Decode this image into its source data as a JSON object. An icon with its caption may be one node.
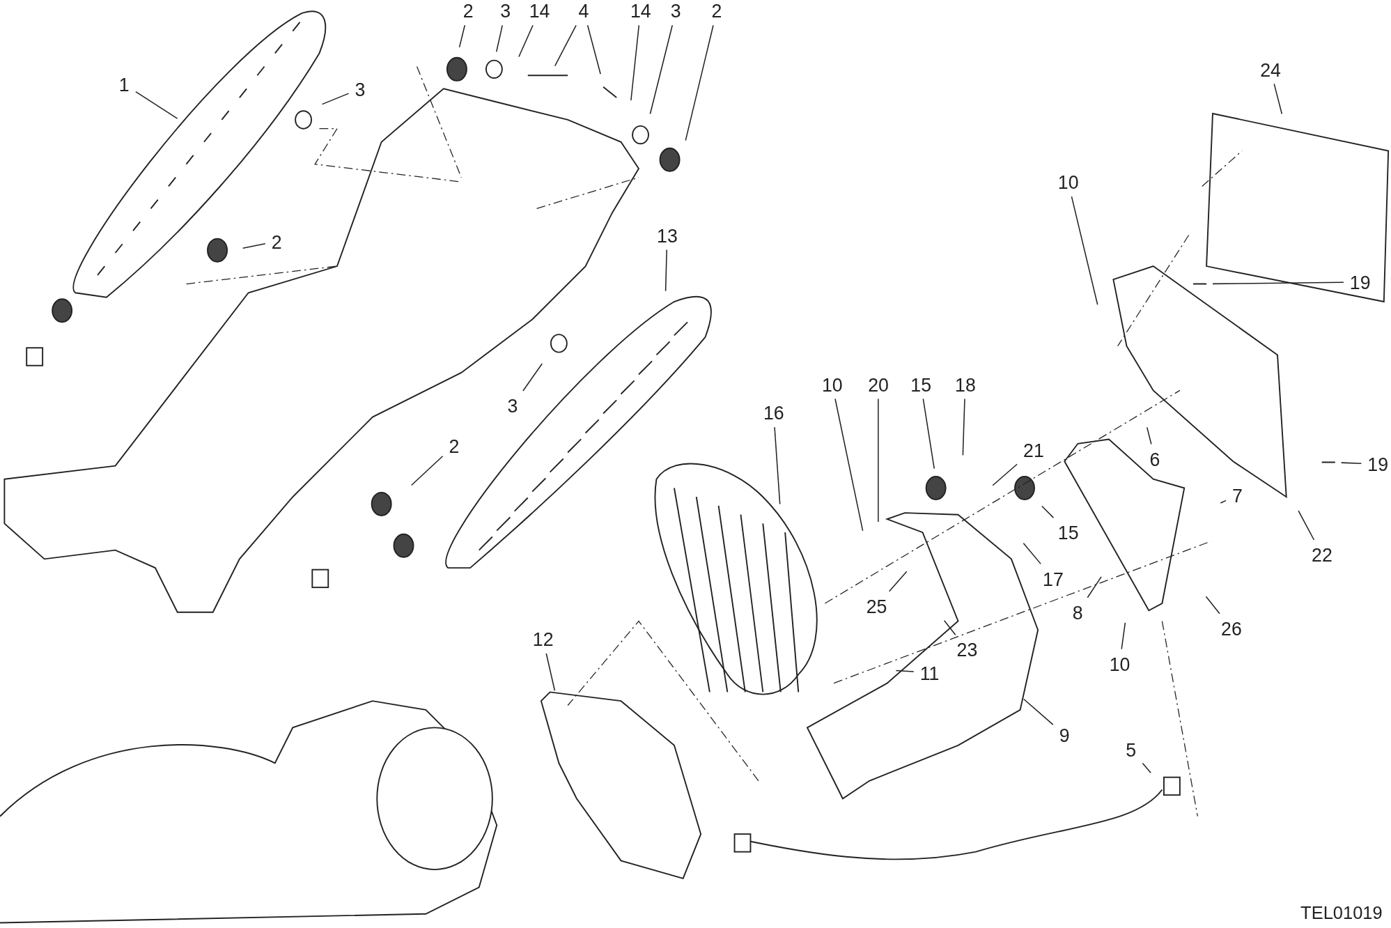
{
  "diagram": {
    "nodes": [
      {
        "text": [
          "1"
        ]
      },
      {
        "text": [
          "3"
        ]
      },
      {
        "text": [
          "2"
        ]
      },
      {
        "text": [
          "3"
        ]
      },
      {
        "text": [
          "14"
        ]
      },
      {
        "text": [
          "4"
        ]
      },
      {
        "text": [
          "14"
        ]
      },
      {
        "text": [
          "3"
        ]
      },
      {
        "text": [
          "2"
        ]
      },
      {
        "text": [
          "2"
        ]
      },
      {
        "text": [
          "13"
        ]
      },
      {
        "text": [
          "3"
        ]
      },
      {
        "text": [
          "2"
        ]
      },
      {
        "text": [
          "16"
        ]
      },
      {
        "text": [
          "10"
        ]
      },
      {
        "text": [
          "20"
        ]
      },
      {
        "text": [
          "15"
        ]
      },
      {
        "text": [
          "18"
        ]
      },
      {
        "text": [
          "21"
        ]
      },
      {
        "text": [
          "15"
        ]
      },
      {
        "text": [
          "17"
        ]
      },
      {
        "text": [
          "25"
        ]
      },
      {
        "text": [
          "23"
        ]
      },
      {
        "text": [
          "11"
        ]
      },
      {
        "text": [
          "9"
        ]
      },
      {
        "text": [
          "12"
        ]
      },
      {
        "text": [
          "6"
        ]
      },
      {
        "text": [
          "7"
        ]
      },
      {
        "text": [
          "8"
        ]
      },
      {
        "text": [
          "10"
        ]
      },
      {
        "text": [
          "26"
        ]
      },
      {
        "text": [
          "22"
        ]
      },
      {
        "text": [
          "19"
        ]
      },
      {
        "text": [
          "19"
        ]
      },
      {
        "text": [
          "10"
        ]
      },
      {
        "text": [
          "24"
        ]
      },
      {
        "text": [
          "5"
        ]
      }
    ],
    "edges": [
      {
        "from": 0,
        "to": null,
        "arrow": "none"
      },
      {
        "from": 1,
        "to": null,
        "arrow": "none"
      },
      {
        "from": 2,
        "to": null,
        "arrow": "none"
      },
      {
        "from": 3,
        "to": null,
        "arrow": "none"
      },
      {
        "from": 4,
        "to": null,
        "arrow": "none"
      },
      {
        "from": 5,
        "to": null,
        "arrow": "none"
      },
      {
        "from": 5,
        "to": null,
        "arrow": "none"
      },
      {
        "from": 6,
        "to": null,
        "arrow": "none"
      },
      {
        "from": 7,
        "to": null,
        "arrow": "none"
      },
      {
        "from": 8,
        "to": null,
        "arrow": "none"
      },
      {
        "from": 9,
        "to": null,
        "arrow": "none"
      },
      {
        "from": 10,
        "to": null,
        "arrow": "none"
      },
      {
        "from": 11,
        "to": null,
        "arrow": "none"
      },
      {
        "from": 12,
        "to": null,
        "arrow": "none"
      },
      {
        "from": 13,
        "to": null,
        "arrow": "none"
      },
      {
        "from": 14,
        "to": null,
        "arrow": "none"
      },
      {
        "from": 15,
        "to": null,
        "arrow": "none"
      },
      {
        "from": 16,
        "to": null,
        "arrow": "none"
      },
      {
        "from": 17,
        "to": null,
        "arrow": "none"
      },
      {
        "from": 18,
        "to": null,
        "arrow": "none"
      },
      {
        "from": 19,
        "to": null,
        "arrow": "none"
      },
      {
        "from": 20,
        "to": null,
        "arrow": "none"
      },
      {
        "from": 21,
        "to": null,
        "arrow": "none"
      },
      {
        "from": 22,
        "to": null,
        "arrow": "none"
      },
      {
        "from": 23,
        "to": null,
        "arrow": "none"
      },
      {
        "from": 24,
        "to": null,
        "arrow": "none"
      },
      {
        "from": 25,
        "to": null,
        "arrow": "none"
      },
      {
        "from": 26,
        "to": null,
        "arrow": "none"
      },
      {
        "from": 27,
        "to": null,
        "arrow": "none"
      },
      {
        "from": 28,
        "to": null,
        "arrow": "none"
      },
      {
        "from": 29,
        "to": null,
        "arrow": "none"
      },
      {
        "from": 30,
        "to": null,
        "arrow": "none"
      },
      {
        "from": 31,
        "to": null,
        "arrow": "none"
      },
      {
        "from": 32,
        "to": null,
        "arrow": "none"
      },
      {
        "from": 33,
        "to": null,
        "arrow": "none"
      },
      {
        "from": 34,
        "to": null,
        "arrow": "none"
      },
      {
        "from": 35,
        "to": null,
        "arrow": "none"
      },
      {
        "from": 36,
        "to": null,
        "arrow": "none"
      }
    ],
    "labels": [
      "TEL01019"
    ]
  }
}
